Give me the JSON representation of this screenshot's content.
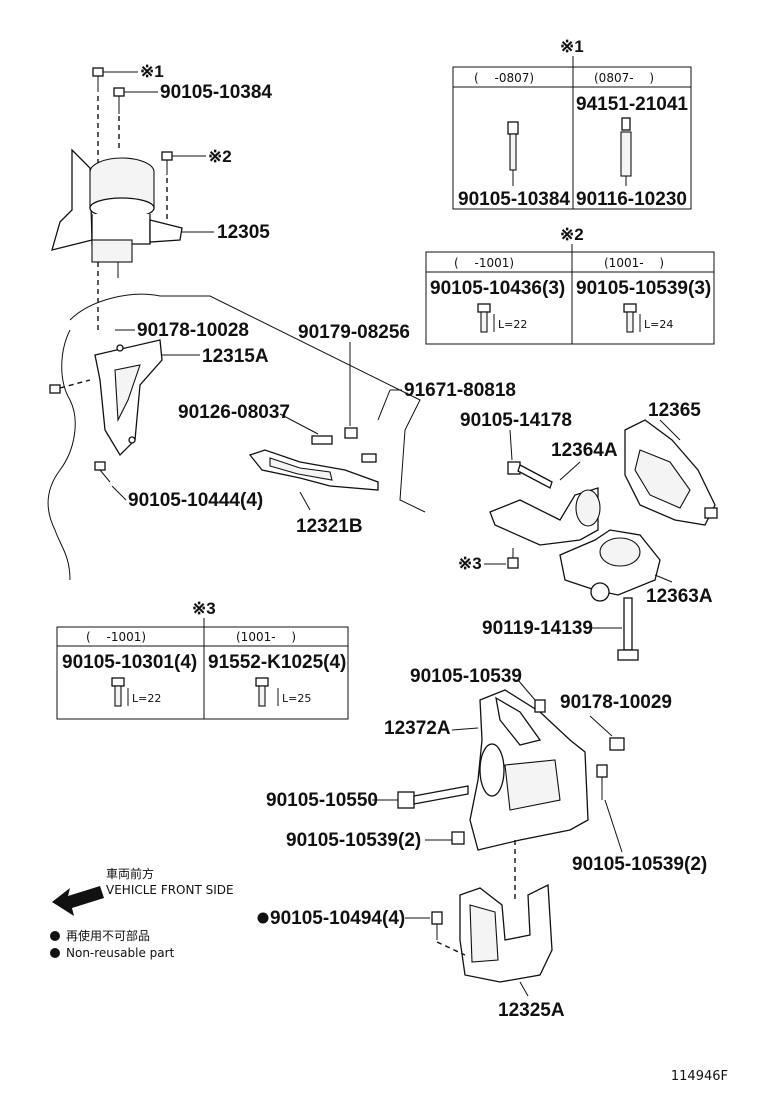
{
  "parts": {
    "p_90105_10384": "90105-10384",
    "p_12305": "12305",
    "p_90178_10028": "90178-10028",
    "p_12315A": "12315A",
    "p_90105_10444": "90105-10444(4)",
    "p_90179_08256": "90179-08256",
    "p_91671_80818": "91671-80818",
    "p_90126_08037": "90126-08037",
    "p_12321B": "12321B",
    "p_90105_14178": "90105-14178",
    "p_12365": "12365",
    "p_12364A": "12364A",
    "p_12363A": "12363A",
    "p_90119_14139": "90119-14139",
    "p_90105_10539_a": "90105-10539",
    "p_90178_10029": "90178-10029",
    "p_12372A": "12372A",
    "p_90105_10550": "90105-10550",
    "p_90105_10539_2a": "90105-10539(2)",
    "p_90105_10539_2b": "90105-10539(2)",
    "p_90105_10494": "90105-10494(4)",
    "p_12325A": "12325A"
  },
  "marks": {
    "m1": "※1",
    "m2": "※2",
    "m3": "※3"
  },
  "table1": {
    "mark": "※1",
    "col1_header": "(　 -0807)",
    "col2_header": "(0807- 　)",
    "col1_top": "",
    "col2_top": "94151-21041",
    "col1_part": "90105-10384",
    "col2_part": "90116-10230"
  },
  "table2": {
    "mark": "※2",
    "col1_header": "(　 -1001)",
    "col2_header": "(1001- 　)",
    "col1_part": "90105-10436(3)",
    "col2_part": "90105-10539(3)",
    "col1_len": "L=22",
    "col2_len": "L=24"
  },
  "table3": {
    "mark": "※3",
    "col1_header": "(　 -1001)",
    "col2_header": "(1001- 　)",
    "col1_part": "90105-10301(4)",
    "col2_part": "91552-K1025(4)",
    "col1_len": "L=22",
    "col2_len": "L=25"
  },
  "legend": {
    "front_jp": "車両前方",
    "front_en": "VEHICLE FRONT SIDE",
    "nonreuse_jp": "再使用不可部品",
    "nonreuse_en": "Non-reusable part"
  },
  "diagram_code": "114946F"
}
